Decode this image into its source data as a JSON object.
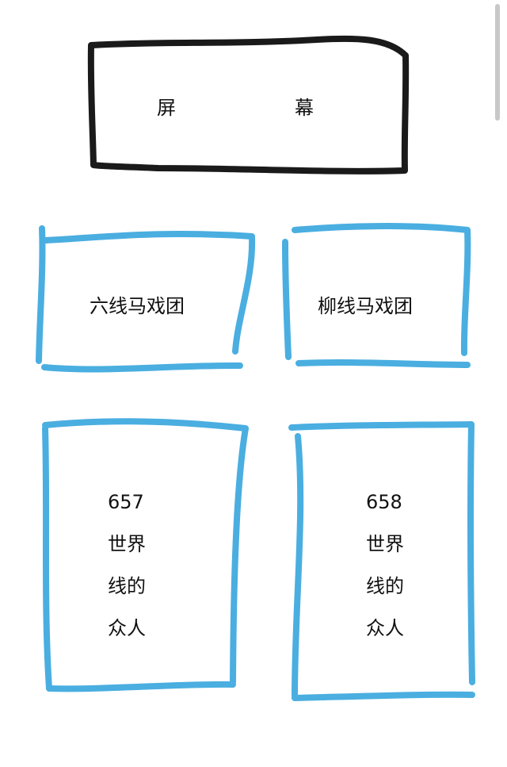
{
  "screen": {
    "left_char": "屏",
    "right_char": "幕"
  },
  "boxes": {
    "top_left": "六线马戏团",
    "top_right": "柳线马戏团",
    "bottom_left": {
      "lines": [
        "657",
        "世界",
        "线的",
        "众人"
      ]
    },
    "bottom_right": {
      "lines": [
        "658",
        "世界",
        "线的",
        "众人"
      ]
    }
  },
  "colors": {
    "screen_stroke": "#1a1a1a",
    "box_stroke": "#4aaee0"
  }
}
